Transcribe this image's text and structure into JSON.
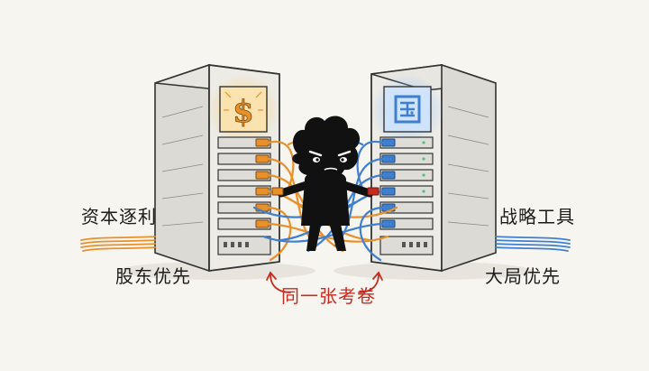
{
  "labels": {
    "left_top": "资本逐利",
    "left_bottom": "股东优先",
    "right_top": "战略工具",
    "right_bottom": "大局优先",
    "center_bottom": "同一张考卷"
  },
  "icons": {
    "left_server": "dollar-sign-icon",
    "right_server": "jade-seal-icon"
  },
  "colors": {
    "left_accent": "#e8902a",
    "right_accent": "#3f7fd0",
    "red_label": "#c72a1f",
    "figure": "#111111"
  }
}
